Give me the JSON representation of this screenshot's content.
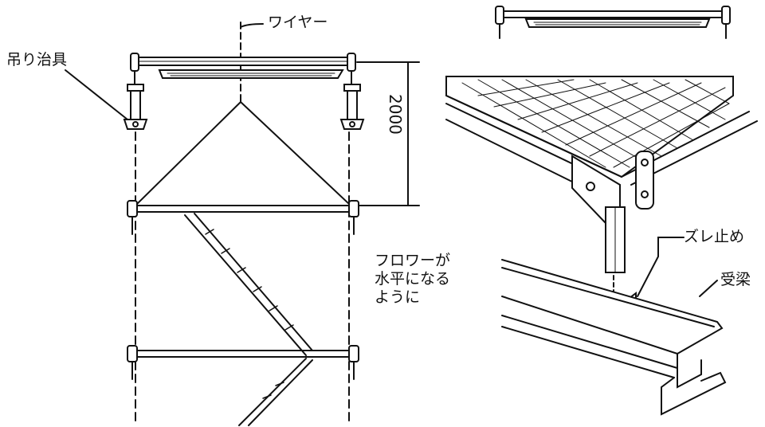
{
  "labels": {
    "wire": "ワイヤー",
    "hanging_jig": "吊り治具",
    "dimension": "2000",
    "floor_note": [
      "フロワーが",
      "水平になる",
      "ように"
    ],
    "slip_stopper": "ズレ止め",
    "receiving_beam": "受梁"
  },
  "colors": {
    "ink": "#111111",
    "background": "#ffffff"
  }
}
